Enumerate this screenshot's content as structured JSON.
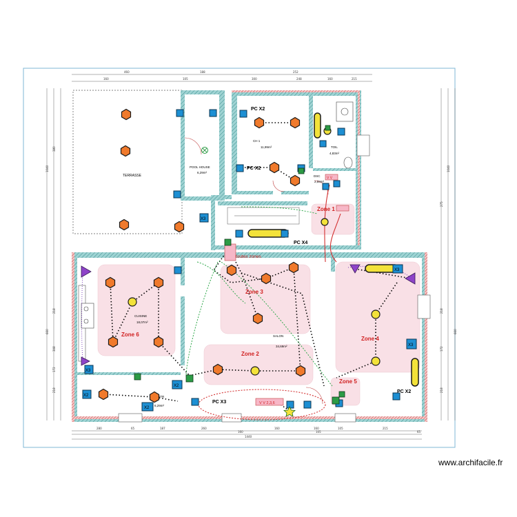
{
  "watermark": "www.archifacile.fr",
  "rooms": {
    "terrasse": "TERRASSE",
    "pool_house": "POOL HOUSE",
    "pool_house_area": "6,29m²",
    "chambre": "CH 1",
    "chambre_area": "11,99m²",
    "toilet": "TOIL",
    "toilet_area": "4,83m²",
    "cuisine": "CUISINE",
    "cuisine_area": "18,07m²",
    "salon": "SALON",
    "salon_area": "34,69m²",
    "entry": "ENTR",
    "entry_area": "6,29m²",
    "dsc": "DSC",
    "dsc_area": "2,59m²"
  },
  "circuit_labels": {
    "pc_x2_a": "PC X2",
    "pc_x2_b": "PC X2",
    "pc_x4": "PC X4",
    "pc_x3": "PC X3",
    "pc_x2_c": "PC X2",
    "vv_box": "V V",
    "vv_box2": "V V 2,3,6",
    "inter_note": "inter. toutes zones"
  },
  "zones": [
    "Zone 1",
    "Zone 2",
    "Zone 3",
    "Zone 4",
    "Zone 5",
    "Zone 6"
  ],
  "socket_labels": [
    "X3",
    "X2",
    "X2",
    "X3",
    "X2",
    "X3",
    "X3"
  ],
  "top_dims": [
    "460",
    "188",
    "252",
    "160",
    "105",
    "300",
    "248",
    "160",
    "215"
  ],
  "bottom_dims": [
    "280",
    "65",
    "187",
    "260",
    "160",
    "160",
    "105",
    "215",
    "160",
    "105",
    "65"
  ],
  "total_width": "1440",
  "left_dims": [
    "1040",
    "380",
    "660",
    "218",
    "308",
    "172",
    "218"
  ],
  "right_dims": [
    "1040",
    "275",
    "660",
    "218",
    "172",
    "218"
  ],
  "colors": {
    "wall": "#9fd3d3",
    "wall_edge": "#3b8f8f",
    "hatch": "#c04040",
    "light": "#f07a2c",
    "light_yellow": "#f3e23a",
    "socket": "#1d8fd3",
    "switch": "#2c9b45",
    "zone_fill": "#f7d6de",
    "zone_text": "#d02020",
    "wire_black": "#000000",
    "wire_green": "#2ea84a",
    "wire_red": "#d33030",
    "wire_violet": "#7a3fb8",
    "frame": "#7fb7d6"
  }
}
